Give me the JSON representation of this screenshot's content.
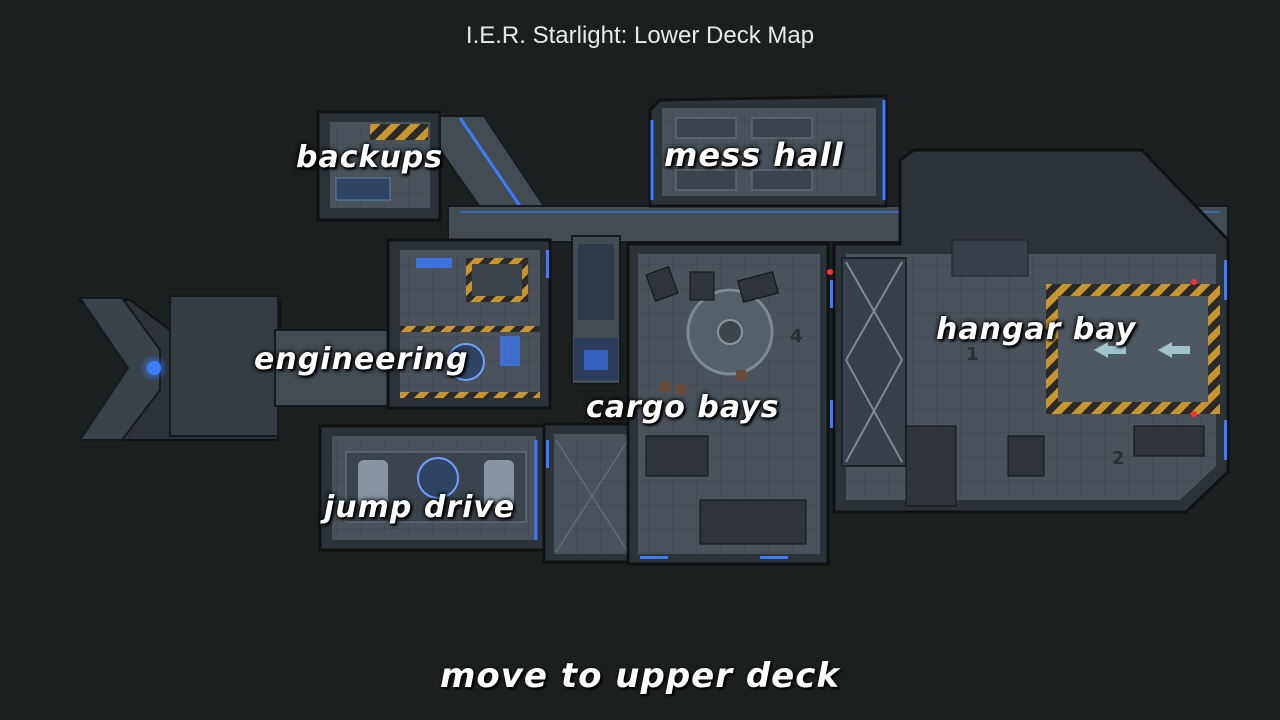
{
  "title": "I.E.R. Starlight: Lower Deck Map",
  "rooms": {
    "backups": "BACKUPS",
    "mess_hall": "MESS HALL",
    "engineering": "ENGINEERING",
    "hangar_bay": "HANGAR BAY",
    "cargo_bays": "CARGO BAYS",
    "jump_drive": "JUMP DRIVE"
  },
  "floor_markings": {
    "cargo_number": "4",
    "hangar_number_1": "1",
    "hangar_number_2": "2"
  },
  "nav": {
    "upper_deck": "MOVE TO UPPER DECK"
  },
  "colors": {
    "background": "#1c1f20",
    "hull": "#2b3238",
    "floor": "#4a535b",
    "accent_light": "#3a7bff",
    "hazard_stripe": "#c8962e",
    "alert_light": "#ff3030"
  }
}
